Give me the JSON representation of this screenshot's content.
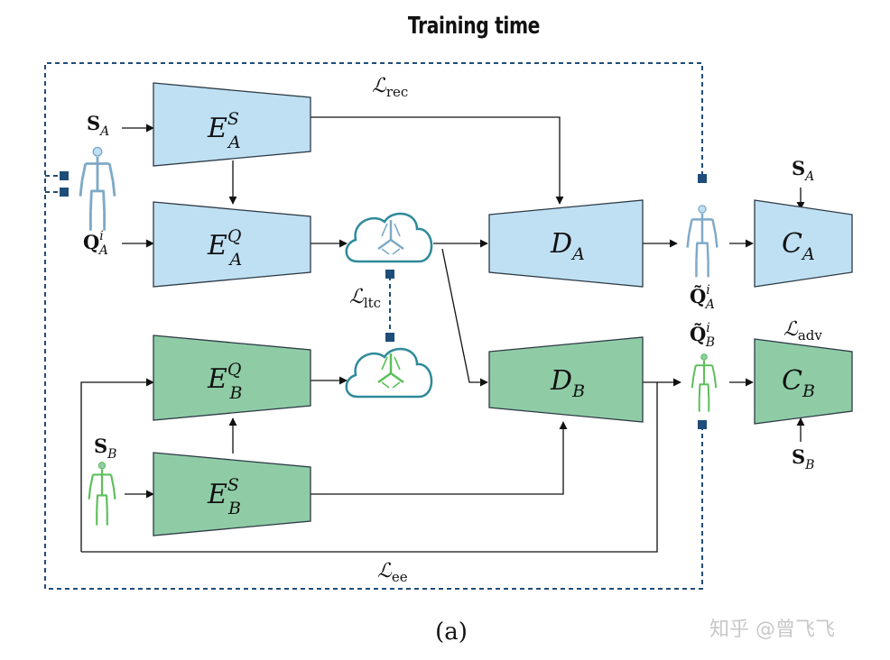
{
  "title": "Training time",
  "caption": "(a)",
  "watermark": "知乎 @曾飞飞",
  "colors": {
    "domain_a_fill": "#bfe0f3",
    "domain_b_fill": "#8fcca6",
    "stroke": "#2d3a45",
    "dashed_loss": "#1e4d7a",
    "skeleton_a": "#7fa9c7",
    "skeleton_b": "#5cbf5a",
    "cloud_stroke": "#2e8a9a"
  },
  "blocks": {
    "enc_static_a": {
      "main": "E",
      "sup": "S",
      "sub": "A"
    },
    "enc_motion_a": {
      "main": "E",
      "sup": "Q",
      "sub": "A"
    },
    "enc_motion_b": {
      "main": "E",
      "sup": "Q",
      "sub": "B"
    },
    "enc_static_b": {
      "main": "E",
      "sup": "S",
      "sub": "B"
    },
    "dec_a": {
      "main": "D",
      "sub": "A"
    },
    "dec_b": {
      "main": "D",
      "sub": "B"
    },
    "disc_a": {
      "main": "C",
      "sub": "A"
    },
    "disc_b": {
      "main": "C",
      "sub": "B"
    }
  },
  "inputs": {
    "s_a": {
      "main": "S",
      "sub": "A"
    },
    "q_a": {
      "main": "Q",
      "sup": "i",
      "sub": "A"
    },
    "s_b": {
      "main": "S",
      "sub": "B"
    },
    "s_a_disc": {
      "main": "S",
      "sub": "A"
    },
    "s_b_disc": {
      "main": "S",
      "sub": "B"
    }
  },
  "outputs": {
    "q_hat_a": {
      "main": "Q̃",
      "sup": "i",
      "sub": "A"
    },
    "q_hat_b": {
      "main": "Q̃",
      "sup": "i",
      "sub": "B"
    }
  },
  "losses": {
    "rec": {
      "main": "ℒ",
      "sub": "rec"
    },
    "ltc": {
      "main": "ℒ",
      "sub": "ltc"
    },
    "adv": {
      "main": "ℒ",
      "sub": "adv"
    },
    "ee": {
      "main": "ℒ",
      "sub": "ee"
    }
  }
}
